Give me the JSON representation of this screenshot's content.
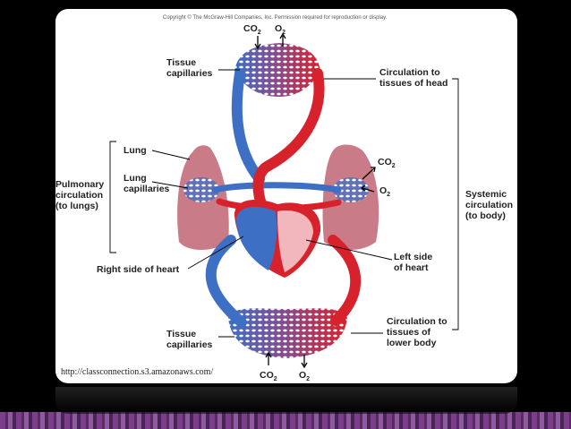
{
  "copyright": "Copyright © The McGraw-Hill Companies, Inc. Permission required for reproduction or display.",
  "gases": {
    "co2": "CO",
    "o2": "O",
    "sub": "2"
  },
  "labels": {
    "tissue_capillaries_top": [
      "Tissue",
      "capillaries"
    ],
    "circulation_head": [
      "Circulation to",
      "tissues of head"
    ],
    "lung": "Lung",
    "lung_capillaries": [
      "Lung",
      "capillaries"
    ],
    "pulmonary": [
      "Pulmonary",
      "circulation",
      "(to lungs)"
    ],
    "systemic": [
      "Systemic",
      "circulation",
      "(to body)"
    ],
    "right_heart": "Right side of heart",
    "left_heart": [
      "Left side",
      "of heart"
    ],
    "tissue_capillaries_bottom": [
      "Tissue",
      "capillaries"
    ],
    "circulation_body": [
      "Circulation to",
      "tissues of",
      "lower body"
    ]
  },
  "credit": "http://classconnection.s3.amazonaws.com/",
  "colors": {
    "oxygenated": "#d8222b",
    "deoxygenated": "#3d6fc4",
    "lung": "#c97c88"
  }
}
